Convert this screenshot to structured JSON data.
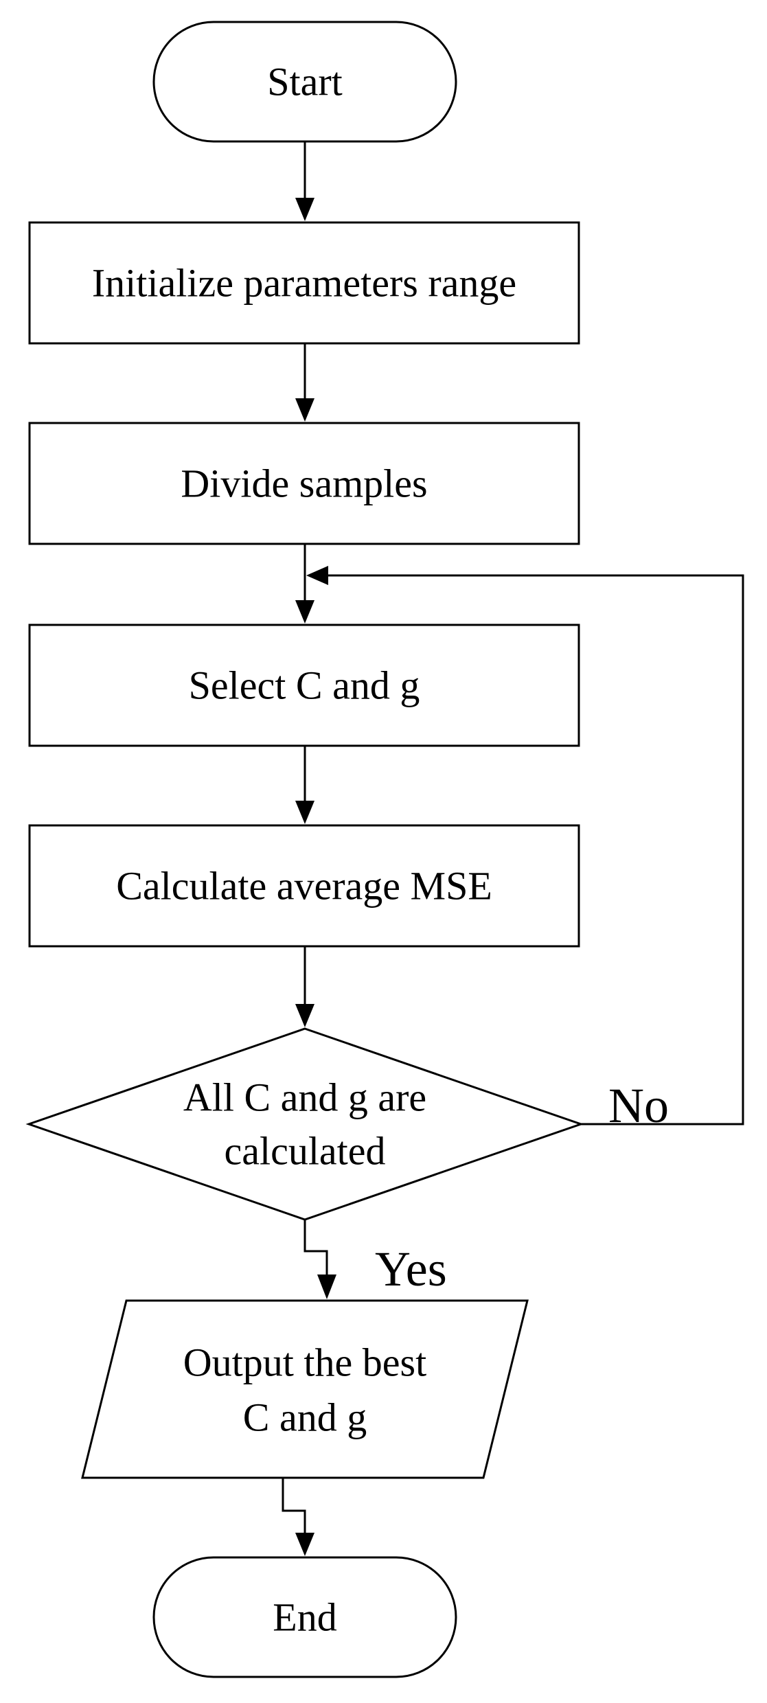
{
  "flowchart": {
    "start": {
      "label": "Start"
    },
    "init": {
      "label": "Initialize parameters range"
    },
    "divide": {
      "label": "Divide samples"
    },
    "select": {
      "label": "Select C and g"
    },
    "calculate": {
      "label": "Calculate average MSE"
    },
    "decision": {
      "line1": "All C and g are",
      "line2": "calculated"
    },
    "output": {
      "line1": "Output the best",
      "line2": "C and g"
    },
    "end": {
      "label": "End"
    },
    "edge_no": "No",
    "edge_yes": "Yes"
  }
}
